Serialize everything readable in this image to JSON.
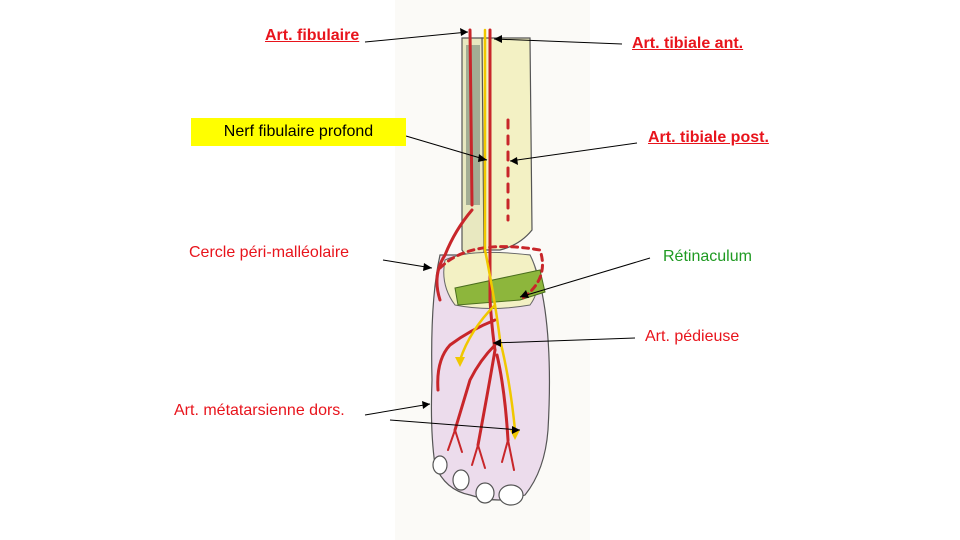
{
  "labels": {
    "art_fibulaire": "Art. fibulaire",
    "art_tibiale_ant": "Art. tibiale ant.",
    "nerf_fibulaire_profond": "Nerf fibulaire profond",
    "art_tibiale_post": "Art. tibiale post.",
    "cercle_peri_malleolaire": "Cercle péri-malléolaire",
    "retinaculum": "Rétinaculum",
    "art_pedieuse": "Art. pédieuse",
    "art_metatarsienne_dors": "Art. métatarsienne dors."
  },
  "colors": {
    "label_red": "#e8141c",
    "label_green": "#1f9a22",
    "highlight_yellow": "#ffff00",
    "bone": "#f3f1c4",
    "foot_skin": "#ecdcec",
    "artery": "#c8262a",
    "nerve": "#f0c800",
    "retinaculum": "#8db63c",
    "fibula_hatch": "#7c8c78"
  }
}
